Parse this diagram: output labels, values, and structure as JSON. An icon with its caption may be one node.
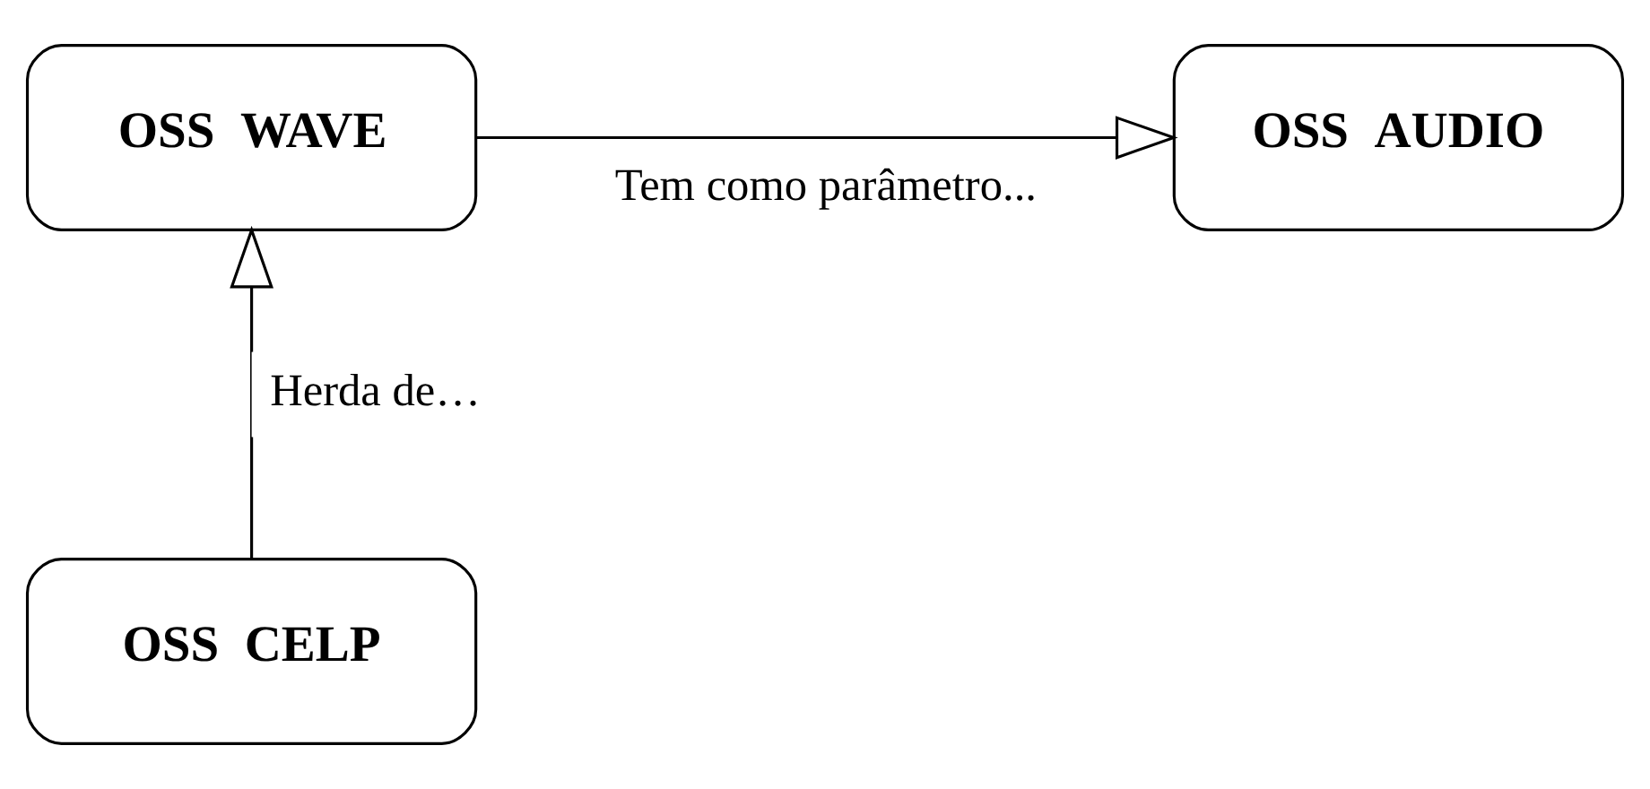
{
  "diagram": {
    "nodes": [
      {
        "text": [
          "OSS  WAVE"
        ]
      },
      {
        "text": [
          "OSS  AUDIO"
        ]
      },
      {
        "text": [
          "OSS  CELP"
        ]
      }
    ],
    "edges": [
      {
        "from": 0,
        "to": 1,
        "arrow": "to",
        "label": "Tem como parâmetro..."
      },
      {
        "from": 2,
        "to": 0,
        "arrow": "to",
        "label": "Herda de…"
      }
    ]
  }
}
